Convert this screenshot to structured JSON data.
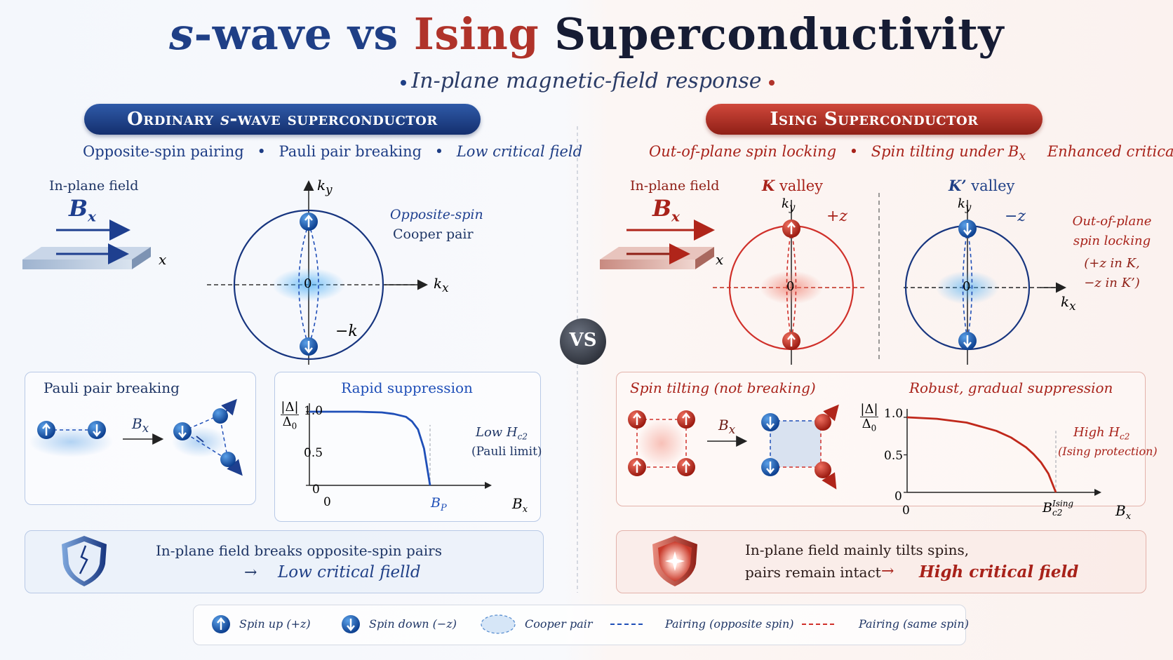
{
  "title": {
    "part1": "s",
    "part2": "-wave vs ",
    "part3": "Ising",
    "part4": " Superconductivity"
  },
  "subtitle": "In-plane magnetic-field response",
  "vs": "VS",
  "left": {
    "banner_pre": "Ordinary ",
    "banner_mid": "s",
    "banner_post": "-wave superconductor",
    "tags": [
      "Opposite-spin pairing",
      "Pauli pair breaking",
      "Low critical field"
    ],
    "field_label": "In-plane field",
    "field_symbol": "B",
    "field_sub": "x",
    "axis_x": "x",
    "fermi": {
      "ky": "k",
      "ky_sub": "y",
      "kx": "k",
      "kx_sub": "x",
      "origin": "0",
      "minus_k": "−k",
      "pair_label_1": "Opposite-spin",
      "pair_label_2": "Cooper pair"
    },
    "pauli": {
      "title": "Pauli pair breaking",
      "bx": "B",
      "bx_sub": "x"
    },
    "chart": {
      "title": "Rapid suppression",
      "ylabel_num": "|Δ|",
      "ylabel_den": "Δ",
      "ylabel_den_sub": "0",
      "ann1": "Low H",
      "ann1_sub": "c2",
      "ann2": "(Pauli limit)",
      "marker": "B",
      "marker_sub": "P",
      "xlabel": "B",
      "xlabel_sub": "x"
    },
    "summary": {
      "line1": "In-plane field breaks opposite-spin pairs",
      "arrow": "→",
      "line2": "Low critical fielld"
    }
  },
  "right": {
    "banner_pre": "Ising ",
    "banner_post": "Superconductor",
    "tags": [
      "Out-of-plane spin locking",
      "Spin tilting under B",
      "Enhanced critical field"
    ],
    "tag_sub": "x",
    "field_label": "In-plane field",
    "field_symbol": "B",
    "field_sub": "x",
    "axis_x": "x",
    "k_valley": {
      "label": "K",
      "suffix": " valley",
      "spin": "+z",
      "ky": "k",
      "ky_sub": "y",
      "origin": "0"
    },
    "kp_valley": {
      "label": "K’",
      "suffix": " valley",
      "spin": "−z",
      "ky": "k",
      "ky_sub": "y",
      "kx": "k",
      "kx_sub": "x",
      "origin": "0"
    },
    "locking": {
      "line1": "Out-of-plane",
      "line2": "spin locking",
      "line3": "(+z in K,",
      "line4": "−z in K’)"
    },
    "tilt": {
      "title": "Spin tilting (not breaking)",
      "bx": "B",
      "bx_sub": "x"
    },
    "chart": {
      "title": "Robust, gradual suppression",
      "ylabel_num": "|Δ|",
      "ylabel_den": "Δ",
      "ylabel_den_sub": "0",
      "ann1": "High H",
      "ann1_sub": "c2",
      "ann2": "(Ising protection)",
      "marker": "B",
      "marker_sub": "c2",
      "marker_sup": "Ising",
      "xlabel": "B",
      "xlabel_sub": "x"
    },
    "summary": {
      "line1": "In-plane field mainly tilts spins,",
      "line2": "pairs remain intact",
      "arrow": "→",
      "line3": "High critical field"
    }
  },
  "legend": {
    "spin_up": "Spin up (+z)",
    "spin_down": "Spin down (−z)",
    "cooper": "Cooper pair",
    "pair_opp": "Pairing (opposite spin)",
    "pair_same": "Pairing (same spin)"
  },
  "chart_data": [
    {
      "type": "line",
      "title": "Rapid suppression",
      "ylabel": "|Δ|/Δ0",
      "xlabel": "Bx",
      "x_ticks": [
        "0",
        "BP"
      ],
      "y_ticks": [
        "0",
        "0.5",
        "1.0"
      ],
      "x": [
        0,
        0.2,
        0.4,
        0.6,
        0.7,
        0.8,
        0.85,
        0.9,
        0.95,
        1.0
      ],
      "y": [
        1.0,
        1.0,
        1.0,
        0.99,
        0.97,
        0.93,
        0.87,
        0.76,
        0.5,
        0.0
      ],
      "x_unit_note": "x in units of BP",
      "ylim": [
        0,
        1.0
      ],
      "color": "#1f4fb8"
    },
    {
      "type": "line",
      "title": "Robust, gradual suppression",
      "ylabel": "|Δ|/Δ0",
      "xlabel": "Bx",
      "x_ticks": [
        "0",
        "Bc2 Ising"
      ],
      "y_ticks": [
        "0",
        "0.5",
        "1.0"
      ],
      "x": [
        0,
        0.2,
        0.4,
        0.6,
        0.7,
        0.8,
        0.85,
        0.9,
        0.95,
        1.0
      ],
      "y": [
        1.0,
        0.98,
        0.93,
        0.82,
        0.73,
        0.6,
        0.51,
        0.4,
        0.25,
        0.0
      ],
      "x_unit_note": "x in units of Bc2 Ising",
      "ylim": [
        0,
        1.0
      ],
      "color": "#c0281b"
    }
  ],
  "colors": {
    "blue": "#1f3f86",
    "red": "#b0332a",
    "spin_blue": "#1756b0",
    "spin_red": "#c42a1e"
  }
}
